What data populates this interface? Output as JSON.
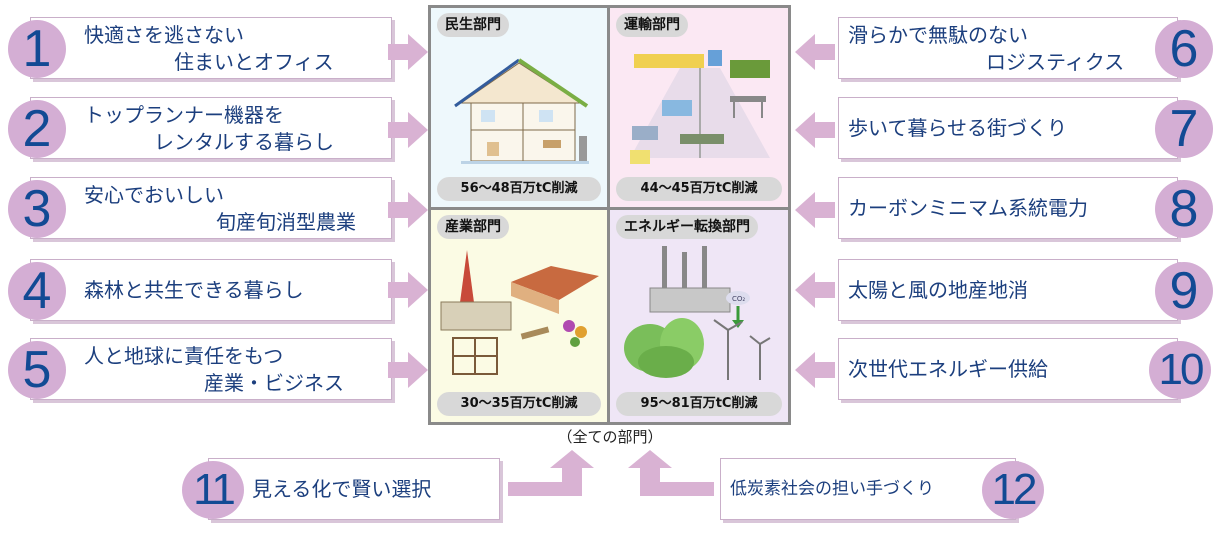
{
  "actions": [
    {
      "n": "1",
      "lines": [
        "快適さを逃さない",
        "住まいとオフィス"
      ]
    },
    {
      "n": "2",
      "lines": [
        "トップランナー機器を",
        "レンタルする暮らし"
      ]
    },
    {
      "n": "3",
      "lines": [
        "安心でおいしい",
        "旬産旬消型農業"
      ]
    },
    {
      "n": "4",
      "lines": [
        "森林と共生できる暮らし"
      ]
    },
    {
      "n": "5",
      "lines": [
        "人と地球に責任をもつ",
        "産業・ビジネス"
      ]
    },
    {
      "n": "6",
      "lines": [
        "滑らかで無駄のない",
        "ロジスティクス"
      ]
    },
    {
      "n": "7",
      "lines": [
        "歩いて暮らせる街づくり"
      ]
    },
    {
      "n": "8",
      "lines": [
        "カーボンミニマム系統電力"
      ]
    },
    {
      "n": "9",
      "lines": [
        "太陽と風の地産地消"
      ]
    },
    {
      "n": "10",
      "lines": [
        "次世代エネルギー供給"
      ]
    },
    {
      "n": "11",
      "lines": [
        "見える化で賢い選択"
      ]
    },
    {
      "n": "12",
      "lines": [
        "低炭素社会の担い手づくり"
      ]
    }
  ],
  "sectors": [
    {
      "name": "民生部門",
      "reduction": "56～48百万tC削減",
      "bg": "#eef8fc"
    },
    {
      "name": "運輸部門",
      "reduction": "44～45百万tC削減",
      "bg": "#fbe8f3"
    },
    {
      "name": "産業部門",
      "reduction": "30～35百万tC削減",
      "bg": "#fbfbe4"
    },
    {
      "name": "エネルギー転換部門",
      "reduction": "95～81百万tC削減",
      "bg": "#efe6f6"
    }
  ],
  "all_sectors_label": "（全ての部門）",
  "colors": {
    "accent": "#d4aed4",
    "text": "#1c3f7e",
    "arrow": "#d9b2d3",
    "grid_border": "#8a8a8a"
  }
}
